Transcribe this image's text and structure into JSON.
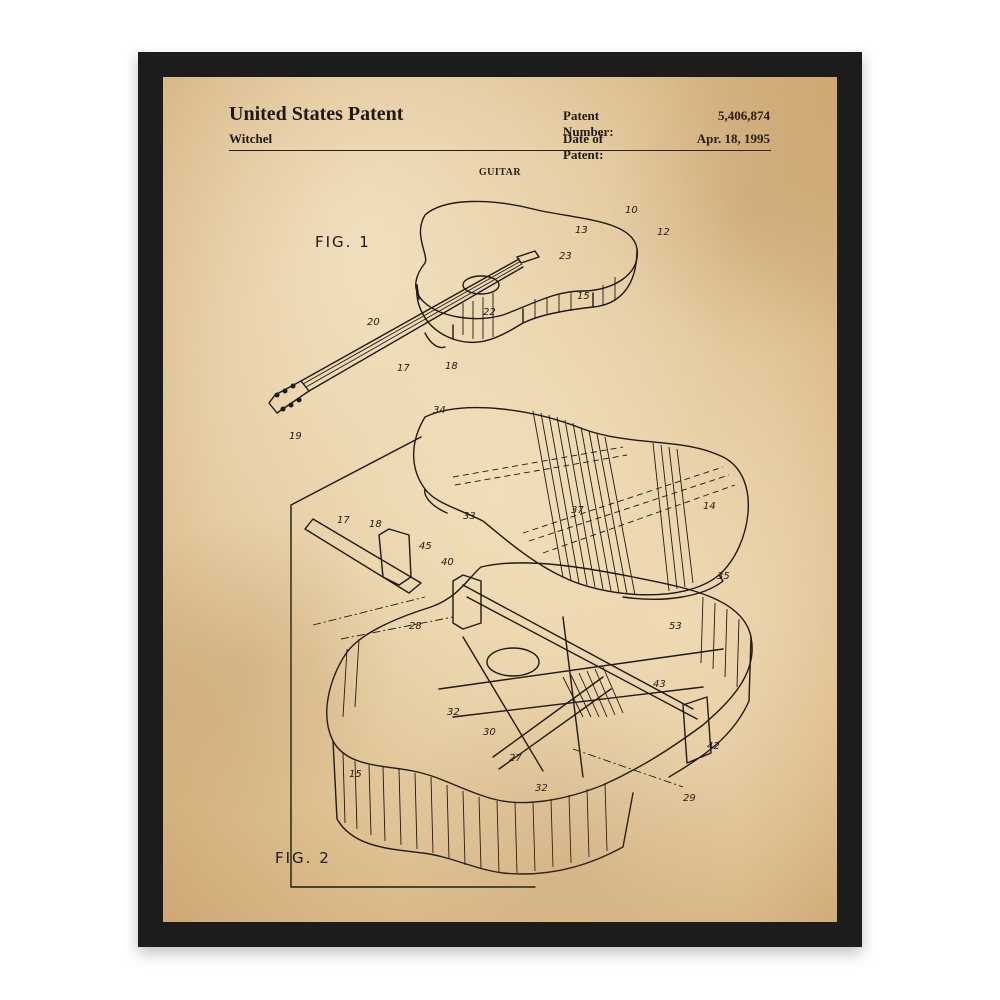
{
  "header": {
    "title": "United States Patent",
    "inventor": "Witchel",
    "patent_number_label": "Patent Number:",
    "patent_number": "5,406,874",
    "date_label": "Date of Patent:",
    "date": "Apr. 18, 1995"
  },
  "subtitle": "GUITAR",
  "figures": {
    "fig1": "FIG. 1",
    "fig2": "FIG. 2"
  },
  "fig1_labels": [
    "10",
    "12",
    "13",
    "15",
    "22",
    "23",
    "20",
    "17",
    "18",
    "19"
  ],
  "fig2_labels": [
    "34",
    "33",
    "37",
    "14",
    "35",
    "17",
    "18",
    "45",
    "40",
    "28",
    "53",
    "43",
    "32",
    "30",
    "27",
    "42",
    "15",
    "32",
    "29"
  ],
  "colors": {
    "frame": "#1c1c1c",
    "paper": "#dfc294",
    "ink": "#1e1912"
  }
}
